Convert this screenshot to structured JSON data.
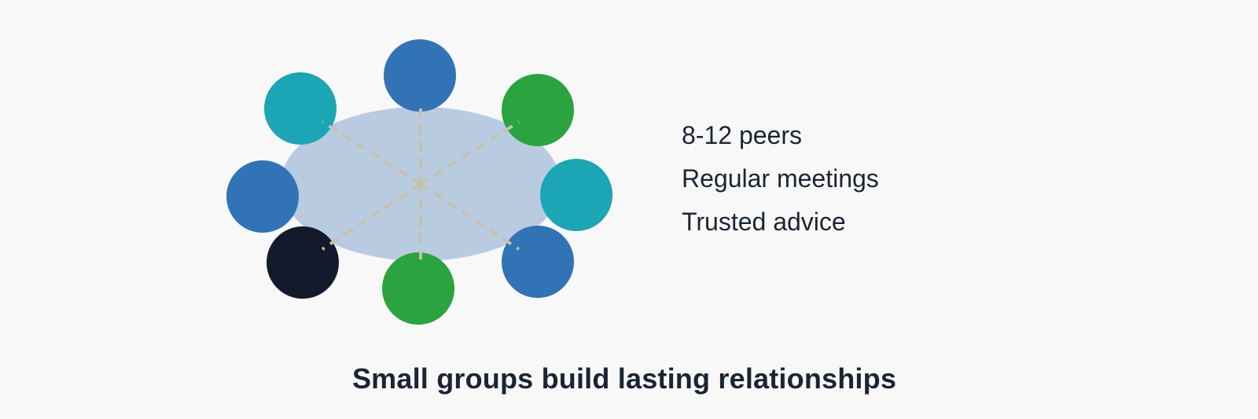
{
  "page": {
    "background_color": "#f8f8f9",
    "text_color": "#1b2433"
  },
  "diagram": {
    "table_color": "#b9cbe1",
    "dash_color": "#c5c1ae",
    "seats": [
      {
        "position": "top",
        "color": "#3273b6"
      },
      {
        "position": "top-right",
        "color": "#2ba33e"
      },
      {
        "position": "right",
        "color": "#1ca5b4"
      },
      {
        "position": "bottom-right",
        "color": "#3273b6"
      },
      {
        "position": "bottom",
        "color": "#2ba33e"
      },
      {
        "position": "bottom-left",
        "color": "#131a2b"
      },
      {
        "position": "left",
        "color": "#3273b6"
      },
      {
        "position": "top-left",
        "color": "#1ca5b4"
      }
    ]
  },
  "info": {
    "lines": [
      "8-12 peers",
      "Regular meetings",
      "Trusted advice"
    ]
  },
  "caption": {
    "text": "Small groups build lasting relationships"
  }
}
